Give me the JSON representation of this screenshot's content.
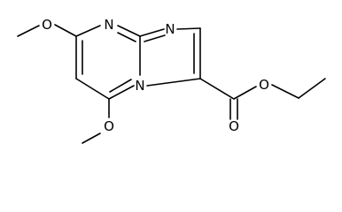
{
  "molecule": {
    "atoms": {
      "n1": "N",
      "n2": "N",
      "n3": "N",
      "o1": "O",
      "o2": "O",
      "o3": "O",
      "o4": "O"
    }
  },
  "colors": {
    "background": "#ffffff",
    "ink": "#000000"
  }
}
